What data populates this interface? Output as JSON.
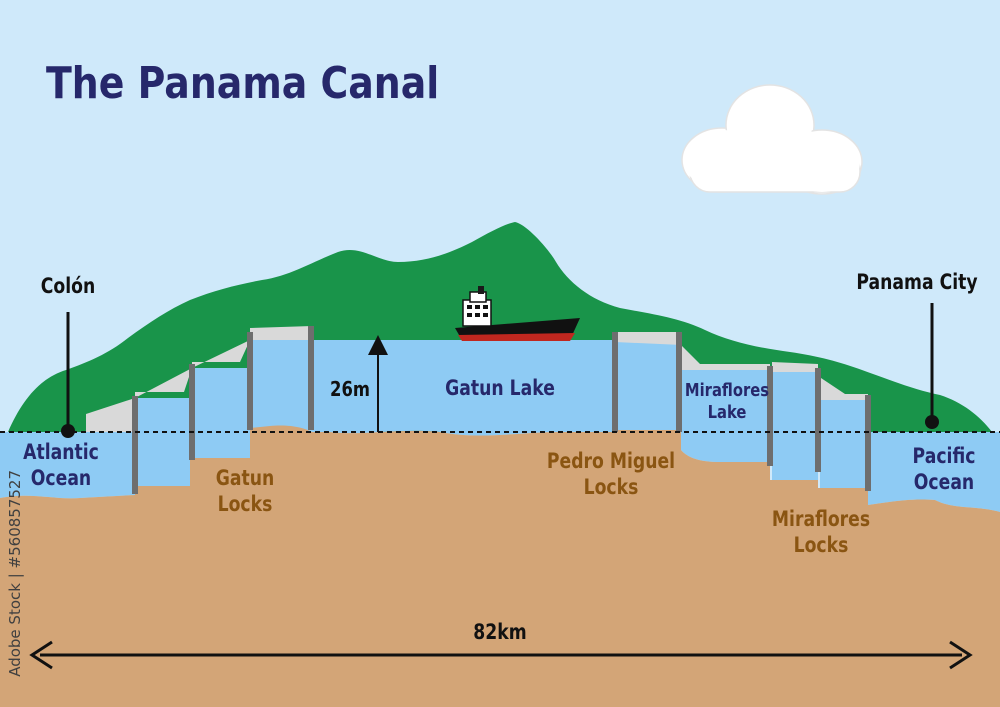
{
  "title": "The Panama Canal",
  "labels": {
    "colon": "Colón",
    "panama_city": "Panama City",
    "atlantic": "Atlantic\nOcean",
    "pacific": "Pacific\nOcean",
    "gatun_lake": "Gatun Lake",
    "gatun_locks": "Gatun\nLocks",
    "pedro_miguel_locks": "Pedro Miguel\nLocks",
    "miraflores_lake": "Miraflores\nLake",
    "miraflores_locks": "Miraflores\nLocks",
    "height": "26m",
    "distance": "82km"
  },
  "watermark": "Adobe Stock | #560857527",
  "colors": {
    "sky": "#cfe9fa",
    "water": "#8ecbf4",
    "ground": "#d3a577",
    "hill": "#19944a",
    "concrete": "#d9d9d9",
    "gate": "#6e6e6e",
    "title": "#26286b",
    "lock_label": "#8a5512"
  }
}
